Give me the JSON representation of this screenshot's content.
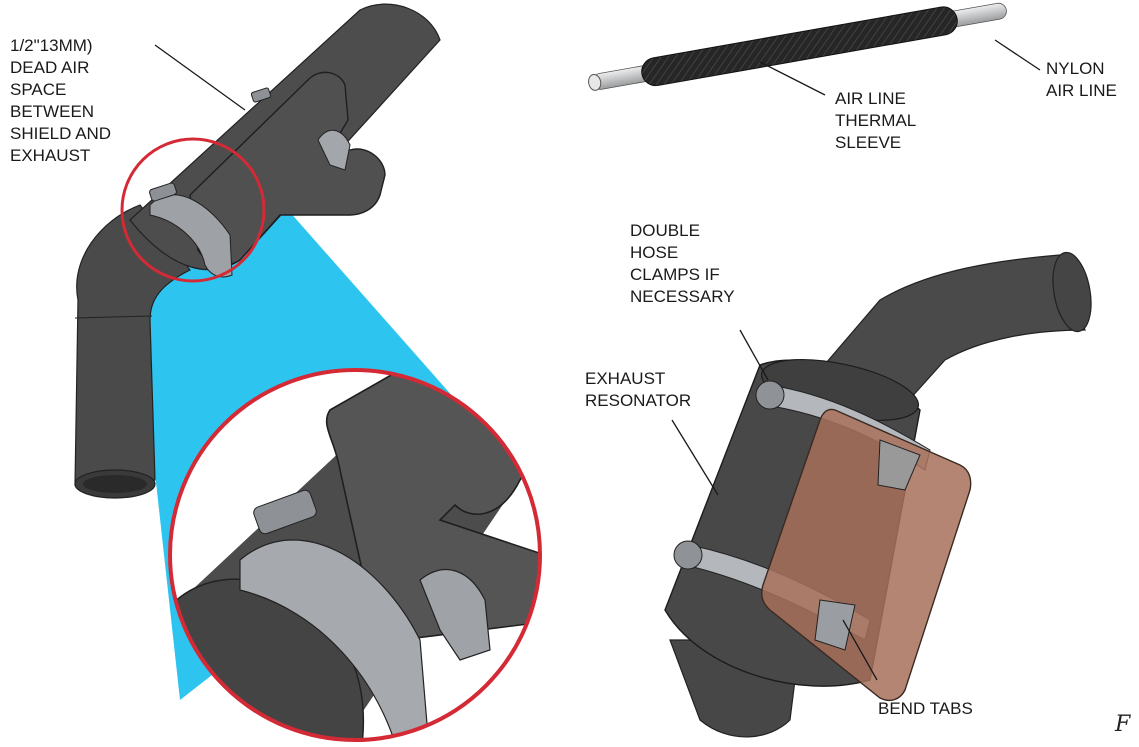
{
  "labels": {
    "dead_air": "1/2\"13MM)\nDEAD AIR\nSPACE\nBETWEEN\nSHIELD AND\nEXHAUST",
    "nylon_air_line": "NYLON\nAIR LINE",
    "thermal_sleeve": "AIR LINE\nTHERMAL\nSLEEVE",
    "double_clamps": "DOUBLE\nHOSE\nCLAMPS IF\nNECESSARY",
    "exhaust_resonator": "EXHAUST\nRESONATOR",
    "bend_tabs": "BEND TABS",
    "fig_fragment": "F"
  },
  "colors": {
    "pipe": "#4a4a4a",
    "pipe_dark": "#333333",
    "pipe_light": "#5e5e5e",
    "clamp": "#b9bcc0",
    "shield_copper": "#a8705a",
    "zoom_fill": "#2ec4f0",
    "zoom_ring": "#d42a36",
    "sleeve": "#2a2a2a",
    "nylon": "#c9cbcd"
  }
}
